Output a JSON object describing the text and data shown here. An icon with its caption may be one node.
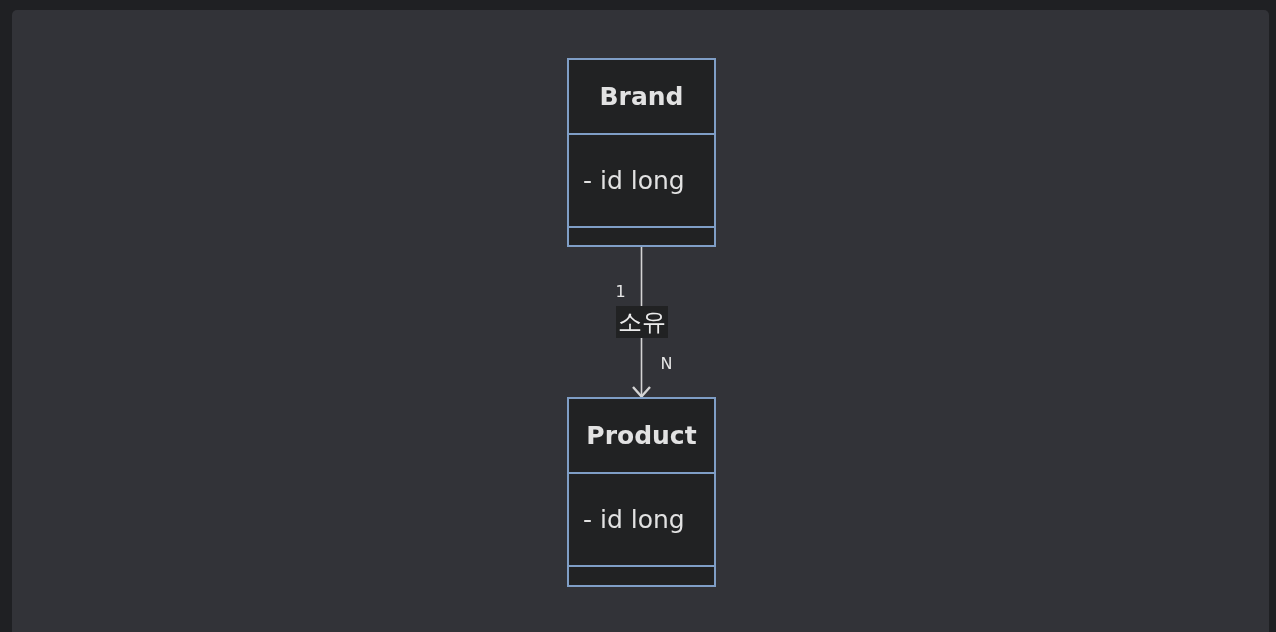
{
  "diagram": {
    "nodes": [
      {
        "text": [
          "Brand",
          "- id long"
        ]
      },
      {
        "text": [
          "Product",
          "- id long"
        ]
      }
    ],
    "edges": [
      {
        "from": 0,
        "to": 1,
        "arrow": "to",
        "label": "소유"
      }
    ],
    "labels": [
      "1",
      "N"
    ]
  }
}
